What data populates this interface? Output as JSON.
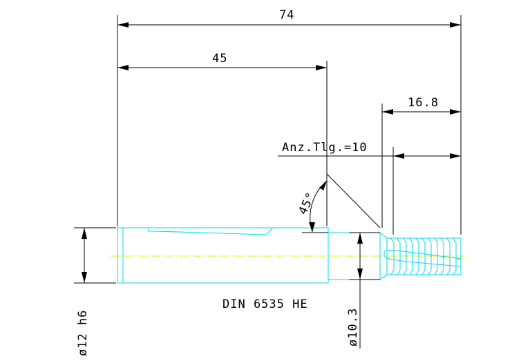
{
  "drawing": {
    "dim_total_length": "74",
    "dim_shank_length": "45",
    "dim_thread_length": "16.8",
    "dim_teeth_label": "Anz.Tlg.=10",
    "dim_angle": "45°",
    "dim_shank_diameter": "ø12 h6",
    "dim_neck_diameter": "ø10.3",
    "standard_label": "DIN 6535 HE"
  },
  "colors": {
    "part_outline": "#00d8e8",
    "centerline": "#e8e800",
    "dimension": "#000000"
  }
}
